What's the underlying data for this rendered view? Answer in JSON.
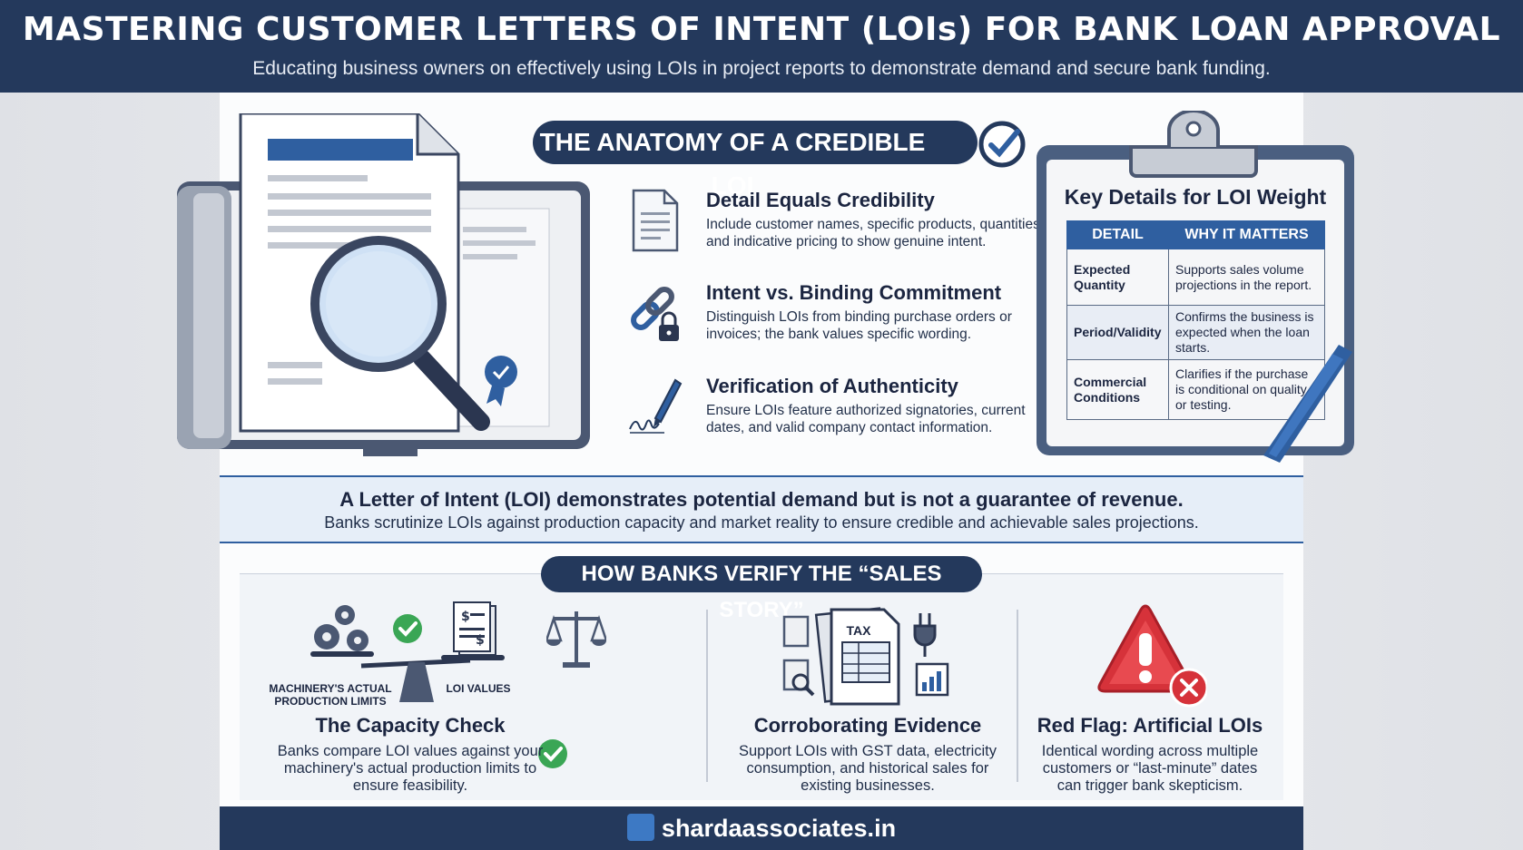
{
  "header": {
    "title": "MASTERING CUSTOMER LETTERS OF INTENT (LOIs) FOR BANK LOAN APPROVAL",
    "subtitle": "Educating business owners on effectively using LOIs in project reports to demonstrate demand and secure bank funding."
  },
  "anatomy": {
    "title": "THE ANATOMY OF A CREDIBLE LOI",
    "items": [
      {
        "icon": "document-icon",
        "heading": "Detail Equals Credibility",
        "text": "Include customer names, specific products, quantities, and indicative pricing to show genuine intent."
      },
      {
        "icon": "chain-lock-icon",
        "heading": "Intent vs. Binding Commitment",
        "text": "Distinguish LOIs from binding purchase orders or invoices; the bank values specific wording."
      },
      {
        "icon": "signature-pen-icon",
        "heading": "Verification of Authenticity",
        "text": "Ensure LOIs feature authorized signatories, current dates, and valid company contact information."
      }
    ]
  },
  "key_details": {
    "title": "Key Details for LOI Weight",
    "columns": [
      "DETAIL",
      "WHY IT MATTERS"
    ],
    "rows": [
      {
        "detail": "Expected Quantity",
        "why": "Supports sales volume projections in the report."
      },
      {
        "detail": "Period/Validity",
        "why": "Confirms the business is expected when the loan starts."
      },
      {
        "detail": "Commercial Conditions",
        "why": "Clarifies if the purchase is conditional on quality or testing."
      }
    ]
  },
  "banner": {
    "heading": "A Letter of Intent (LOI) demonstrates potential demand but is not a guarantee of revenue.",
    "text": "Banks scrutinize LOIs against production capacity and market reality to ensure credible and achievable sales projections."
  },
  "verify": {
    "title": "HOW BANKS VERIFY THE “SALES STORY”",
    "capacity_left_label": "MACHINERY'S ACTUAL PRODUCTION LIMITS",
    "capacity_right_label": "LOI VALUES",
    "columns": [
      {
        "heading": "The Capacity Check",
        "text": "Banks compare LOI values against your machinery's actual production limits to ensure feasibility."
      },
      {
        "heading": "Corroborating Evidence",
        "text": "Support LOIs with GST data, electricity consumption, and historical sales for existing businesses."
      },
      {
        "heading": "Red Flag: Artificial LOIs",
        "text": "Identical wording across multiple customers or “last-minute” dates can trigger bank skepticism."
      }
    ],
    "tax_label": "TAX"
  },
  "footer": {
    "site": "shardaassociates.in"
  },
  "colors": {
    "navy": "#24395c",
    "blue": "#2f5fa0",
    "green": "#3aa655",
    "red": "#d6323a"
  }
}
